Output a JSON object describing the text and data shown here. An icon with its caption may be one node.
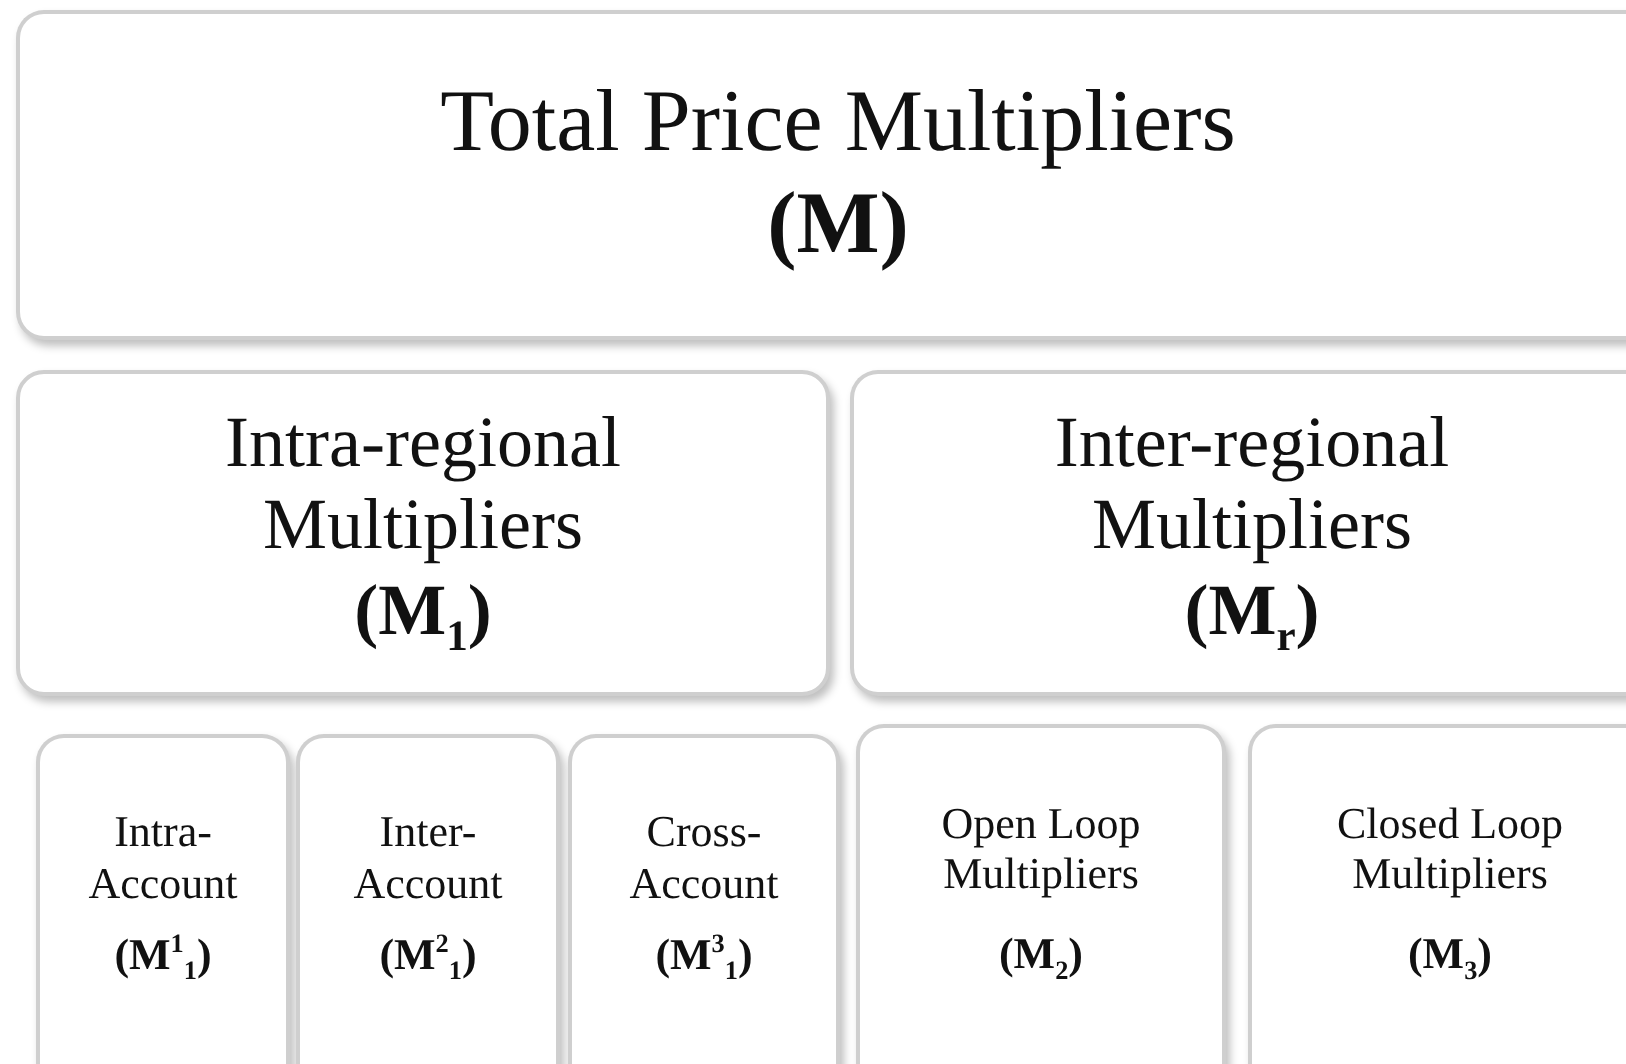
{
  "diagram": {
    "nodes": [
      {
        "text": [
          "Total Price Multipliers",
          "(M)"
        ]
      },
      {
        "text": [
          "Intra-regional Multipliers",
          "(M$_{1}$)"
        ]
      },
      {
        "text": [
          "Inter-regional Multipliers",
          "(M$_{r}$)"
        ]
      },
      {
        "text": [
          "Intra-Account",
          "(M$^{1}$$_{1}$)"
        ]
      },
      {
        "text": [
          "Inter-Account",
          "(M$^{2}$$_{1}$)"
        ]
      },
      {
        "text": [
          "Cross-Account",
          "(M$^{3}$$_{1}$)"
        ]
      },
      {
        "text": [
          "Open Loop Multipliers",
          "(M$_{2}$)"
        ]
      },
      {
        "text": [
          "Closed Loop Multipliers",
          "(M$_{3}$)"
        ]
      }
    ]
  }
}
